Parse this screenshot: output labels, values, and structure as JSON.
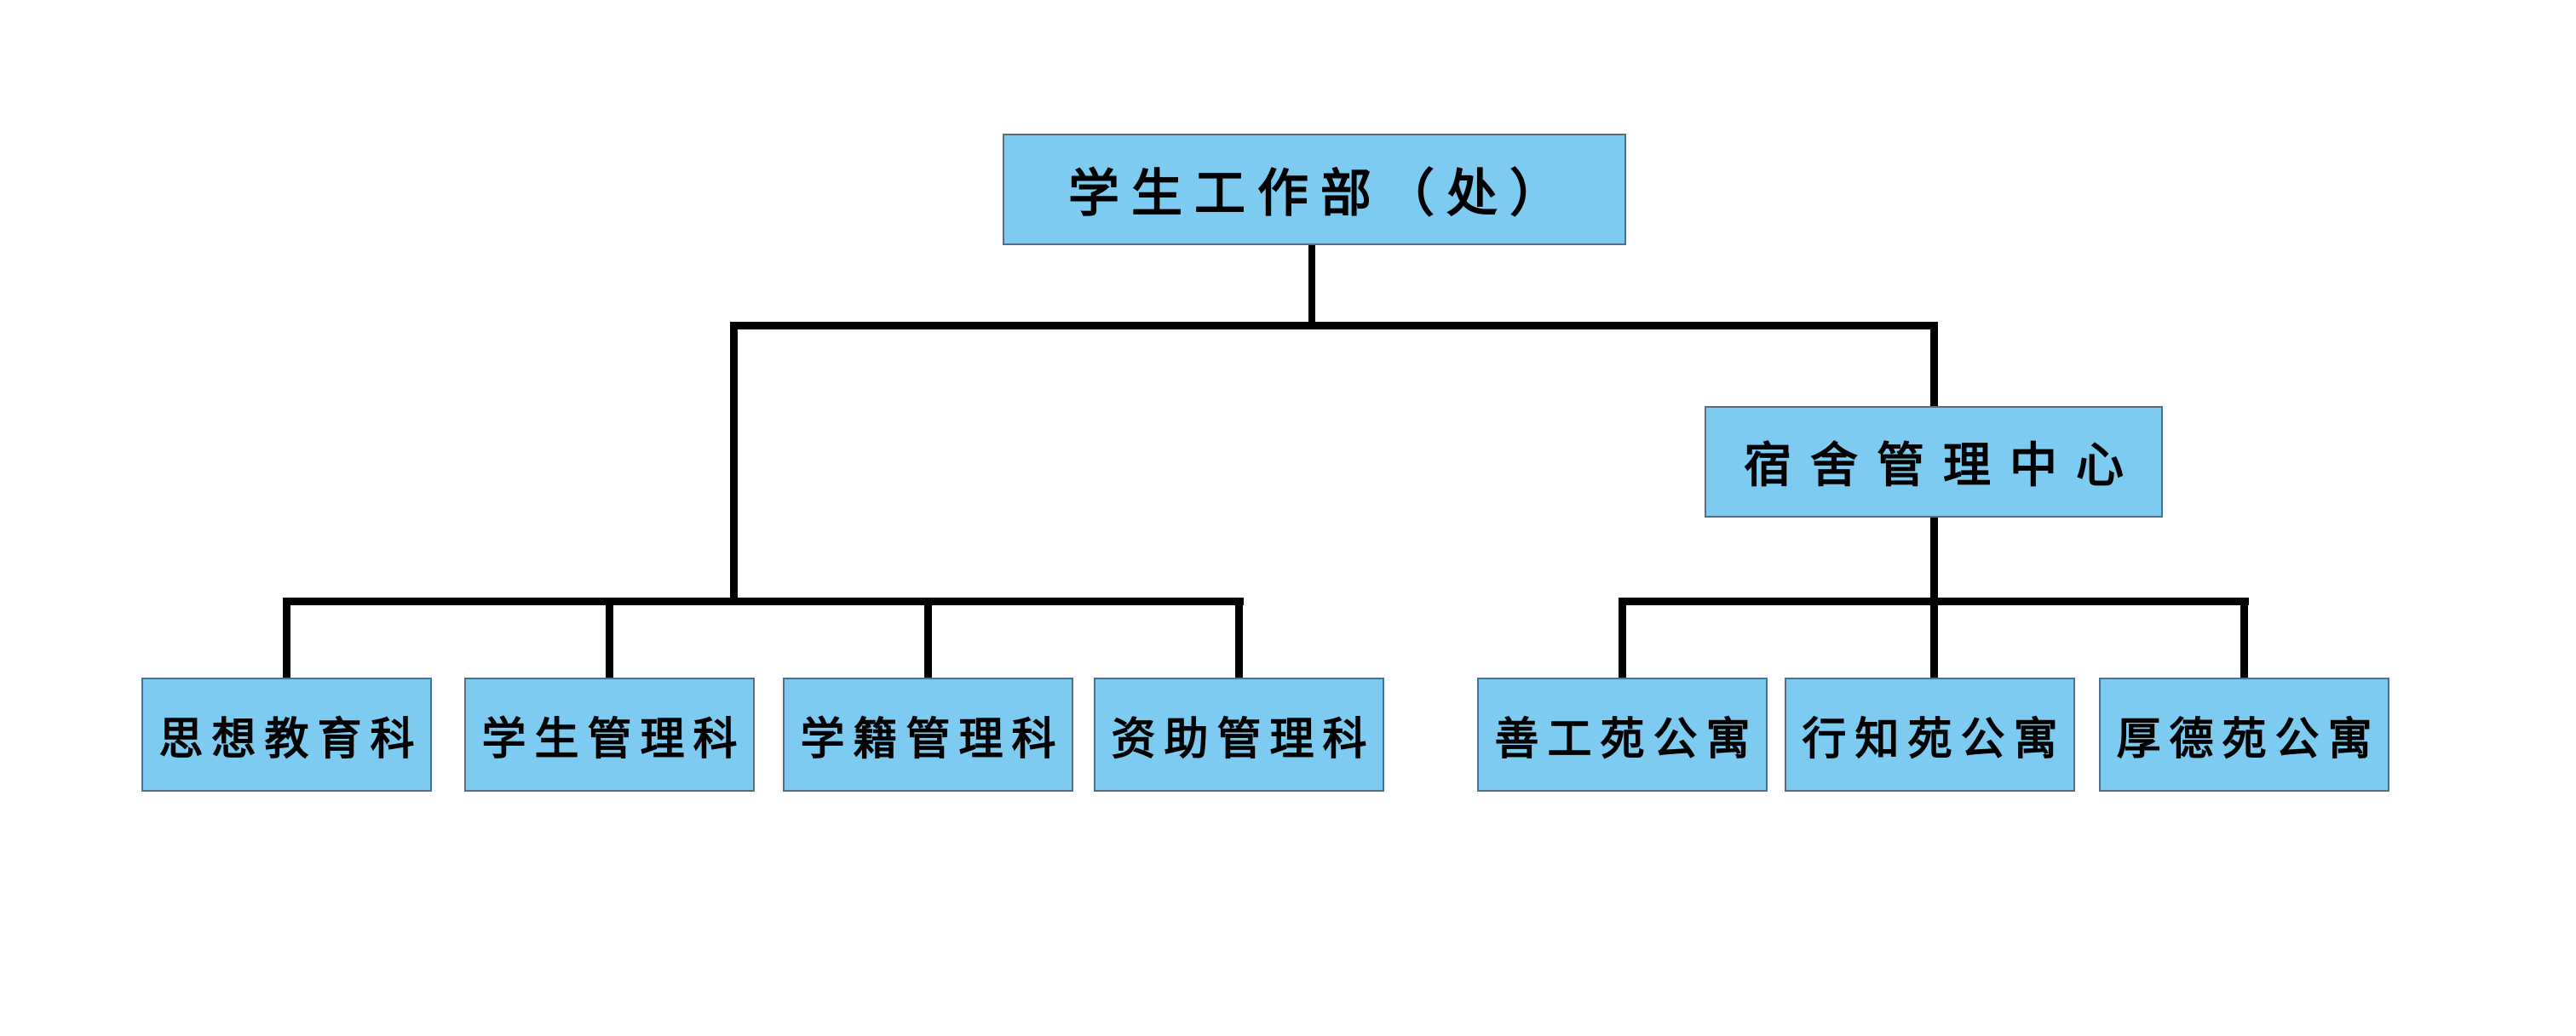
{
  "org": {
    "type": "org-chart",
    "background_color": "#FFFFFF",
    "node_fill_color": "#7DCBF0",
    "node_border_color": "#4F7086",
    "connector_color": "#000000",
    "text_color": "#000000",
    "nodes": [
      {
        "id": "root",
        "label": "学生工作部（处）",
        "level": 1,
        "parent": null
      },
      {
        "id": "dorm-center",
        "label": "宿舍管理中心",
        "level": 2,
        "parent": "学生工作部（处）"
      },
      {
        "id": "ideology",
        "label": "思想教育科",
        "level": 3,
        "parent": "学生工作部（处）"
      },
      {
        "id": "students",
        "label": "学生管理科",
        "level": 3,
        "parent": "学生工作部（处）"
      },
      {
        "id": "enrollment",
        "label": "学籍管理科",
        "level": 3,
        "parent": "学生工作部（处）"
      },
      {
        "id": "aid",
        "label": "资助管理科",
        "level": 3,
        "parent": "学生工作部（处）"
      },
      {
        "id": "shangong",
        "label": "善工苑公寓",
        "level": 3,
        "parent": "宿舍管理中心"
      },
      {
        "id": "xingzhi",
        "label": "行知苑公寓",
        "level": 3,
        "parent": "宿舍管理中心"
      },
      {
        "id": "houde",
        "label": "厚德苑公寓",
        "level": 3,
        "parent": "宿舍管理中心"
      }
    ]
  }
}
